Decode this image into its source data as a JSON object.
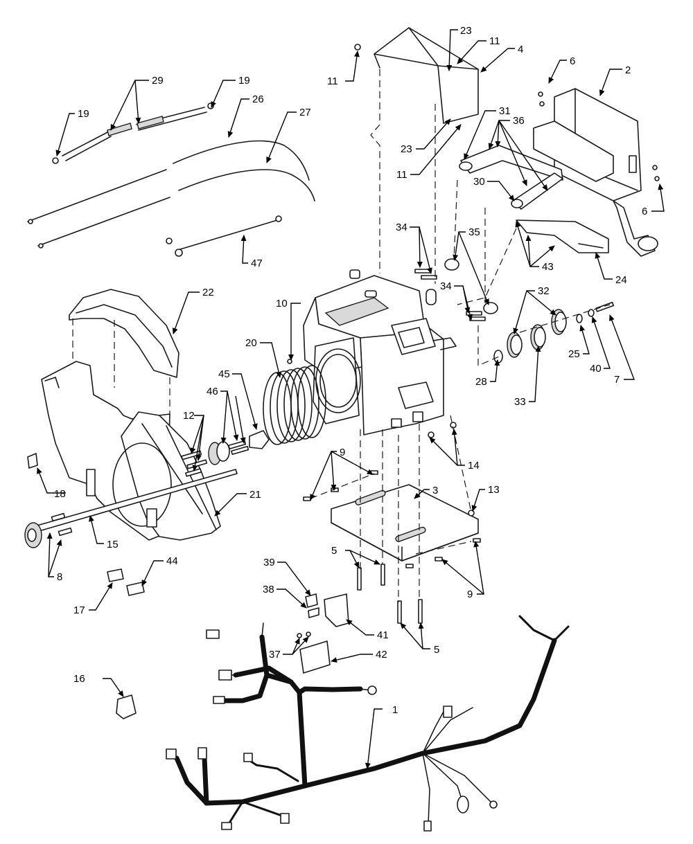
{
  "callouts": {
    "c1": "1",
    "c2": "2",
    "c3": "3",
    "c4": "4",
    "c5": "5",
    "c5b": "5",
    "c6": "6",
    "c6b": "6",
    "c7": "7",
    "c8": "8",
    "c9": "9",
    "c9b": "9",
    "c10": "10",
    "c11": "11",
    "c11b": "11",
    "c11c": "11",
    "c12": "12",
    "c13": "13",
    "c14": "14",
    "c15": "15",
    "c16": "16",
    "c17": "17",
    "c18": "18",
    "c19": "19",
    "c19b": "19",
    "c20": "20",
    "c21": "21",
    "c22": "22",
    "c23": "23",
    "c23b": "23",
    "c24": "24",
    "c25": "25",
    "c26": "26",
    "c27": "27",
    "c28": "28",
    "c29": "29",
    "c30": "30",
    "c31": "31",
    "c32": "32",
    "c33": "33",
    "c34": "34",
    "c34b": "34",
    "c35": "35",
    "c36": "36",
    "c37": "37",
    "c38": "38",
    "c39": "39",
    "c40": "40",
    "c41": "41",
    "c42": "42",
    "c43": "43",
    "c44": "44",
    "c45": "45",
    "c46": "46",
    "c47": "47"
  }
}
